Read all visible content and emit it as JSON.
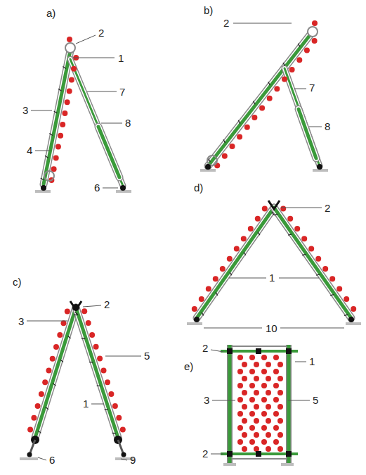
{
  "diagram": {
    "labels": [
      "a)",
      "2",
      "1",
      "3",
      "4",
      "7",
      "8",
      "6",
      "b)",
      "2",
      "7",
      "8",
      "d)",
      "2",
      "1",
      "10",
      "c)",
      "3",
      "2",
      "5",
      "1",
      "6",
      "9",
      "e)",
      "2",
      "1",
      "3",
      "5",
      "2"
    ]
  }
}
